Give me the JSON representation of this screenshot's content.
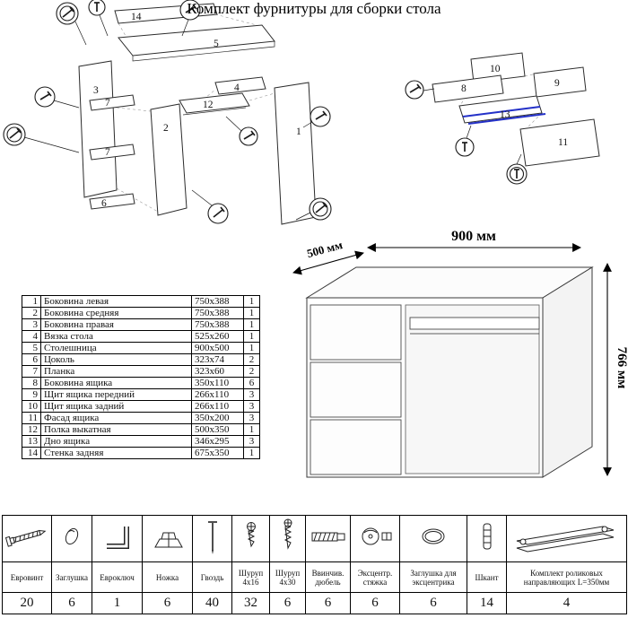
{
  "colors": {
    "roller_guide_highlight": "#2431c8",
    "outline": "#222222"
  },
  "exploded_left": {
    "labels": [
      "14",
      "5",
      "3",
      "7",
      "7",
      "6",
      "12",
      "2",
      "4",
      "1"
    ]
  },
  "exploded_right": {
    "labels": [
      "10",
      "8",
      "9",
      "13",
      "11"
    ]
  },
  "desk": {
    "dim_width": "900 мм",
    "dim_depth": "500 мм",
    "dim_height": "766 мм"
  },
  "parts_table": {
    "rows": [
      {
        "num": "1",
        "name": "Боковина левая",
        "size": "750х388",
        "qty": "1"
      },
      {
        "num": "2",
        "name": "Боковина средняя",
        "size": "750х388",
        "qty": "1"
      },
      {
        "num": "3",
        "name": "Боковина правая",
        "size": "750х388",
        "qty": "1"
      },
      {
        "num": "4",
        "name": "Вязка стола",
        "size": "525х260",
        "qty": "1"
      },
      {
        "num": "5",
        "name": "Столешница",
        "size": "900х500",
        "qty": "1"
      },
      {
        "num": "6",
        "name": "Цоколь",
        "size": "323х74",
        "qty": "2"
      },
      {
        "num": "7",
        "name": "Планка",
        "size": "323х60",
        "qty": "2"
      },
      {
        "num": "8",
        "name": "Боковина ящика",
        "size": "350х110",
        "qty": "6"
      },
      {
        "num": "9",
        "name": "Щит ящика передний",
        "size": "266х110",
        "qty": "3"
      },
      {
        "num": "10",
        "name": "Щит ящика задний",
        "size": "266х110",
        "qty": "3"
      },
      {
        "num": "11",
        "name": "Фасад ящика",
        "size": "350х200",
        "qty": "3"
      },
      {
        "num": "12",
        "name": "Полка выкатная",
        "size": "500х350",
        "qty": "1"
      },
      {
        "num": "13",
        "name": "Дно ящика",
        "size": "346х295",
        "qty": "3"
      },
      {
        "num": "14",
        "name": "Стенка задняя",
        "size": "675х350",
        "qty": "1"
      }
    ]
  },
  "hardware": {
    "title": "Комплект фурнитуры для сборки стола",
    "items": [
      {
        "name": "Евровинт",
        "qty": "20",
        "icon": "eurovint-icon"
      },
      {
        "name": "Заглушка",
        "qty": "6",
        "icon": "cap-icon"
      },
      {
        "name": "Евроключ",
        "qty": "1",
        "icon": "hex-key-icon"
      },
      {
        "name": "Ножка",
        "qty": "6",
        "icon": "foot-icon"
      },
      {
        "name": "Гвоздь",
        "qty": "40",
        "icon": "nail-icon"
      },
      {
        "name": "Шуруп 4х16",
        "qty": "32",
        "icon": "screw-short-icon"
      },
      {
        "name": "Шуруп 4х30",
        "qty": "6",
        "icon": "screw-long-icon"
      },
      {
        "name": "Ввинчив. дюбель",
        "qty": "6",
        "icon": "threaded-dowel-icon"
      },
      {
        "name": "Эксцентр. стяжка",
        "qty": "6",
        "icon": "cam-lock-icon"
      },
      {
        "name": "Заглушка для эксцентрика",
        "qty": "6",
        "icon": "cam-cap-icon"
      },
      {
        "name": "Шкант",
        "qty": "14",
        "icon": "wood-dowel-icon"
      },
      {
        "name": "Комплект роликовых направляющих L=350мм",
        "qty": "4",
        "icon": "roller-guides-icon"
      }
    ]
  }
}
